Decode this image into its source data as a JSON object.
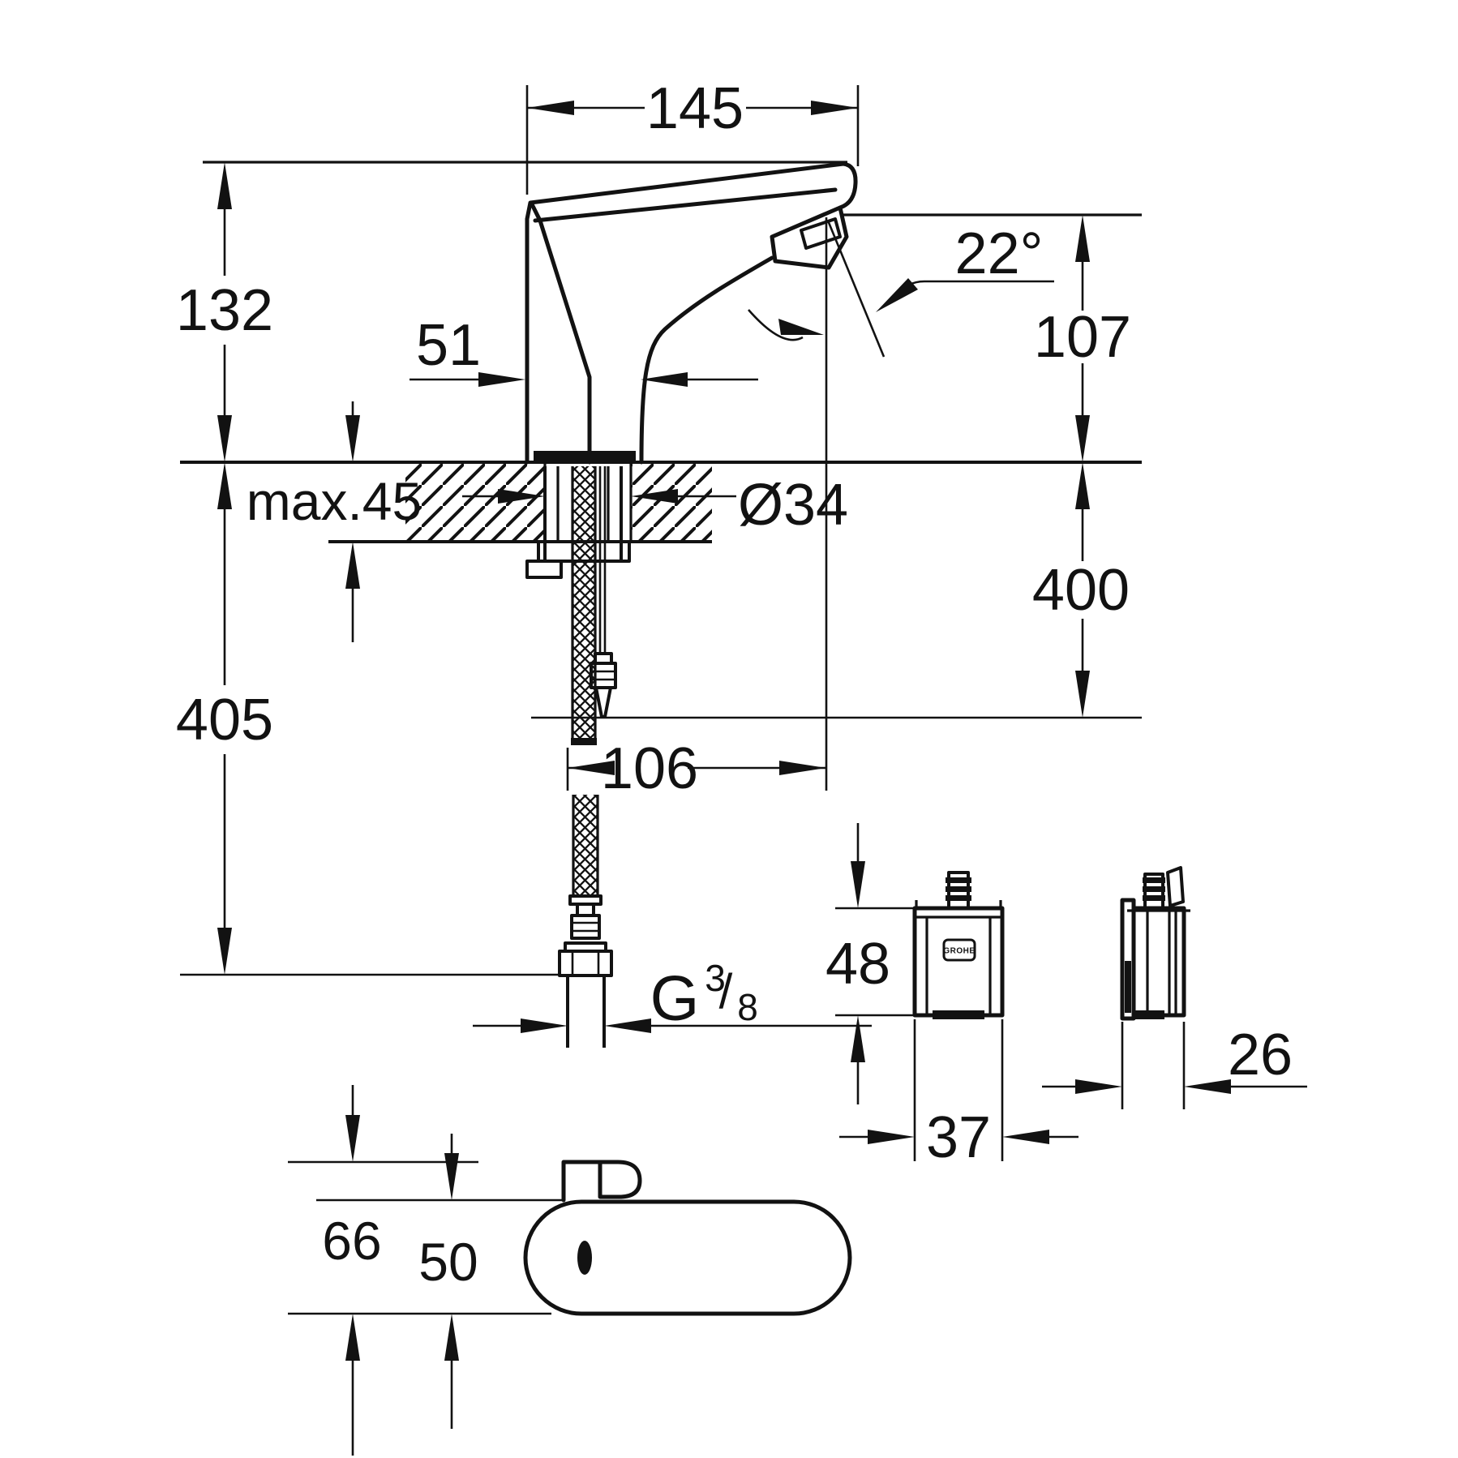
{
  "colors": {
    "line": "#121212",
    "background": "#ffffff"
  },
  "labels": {
    "spout_reach": "145",
    "body_height": "132",
    "body_width": "51",
    "spout_angle": "22°",
    "outlet_height": "107",
    "deck_thickness_max": "max.45",
    "hole_diameter": "Ø34",
    "supply_length_right": "400",
    "supply_length_left": "405",
    "outlet_offset": "106",
    "box_height": "48",
    "box_width": "37",
    "box_depth": "26",
    "base_length": "66",
    "base_depth": "50"
  },
  "thread": {
    "prefix": "G",
    "numerator": "3",
    "slash": "/",
    "denominator": "8"
  },
  "logo": "GROHE"
}
